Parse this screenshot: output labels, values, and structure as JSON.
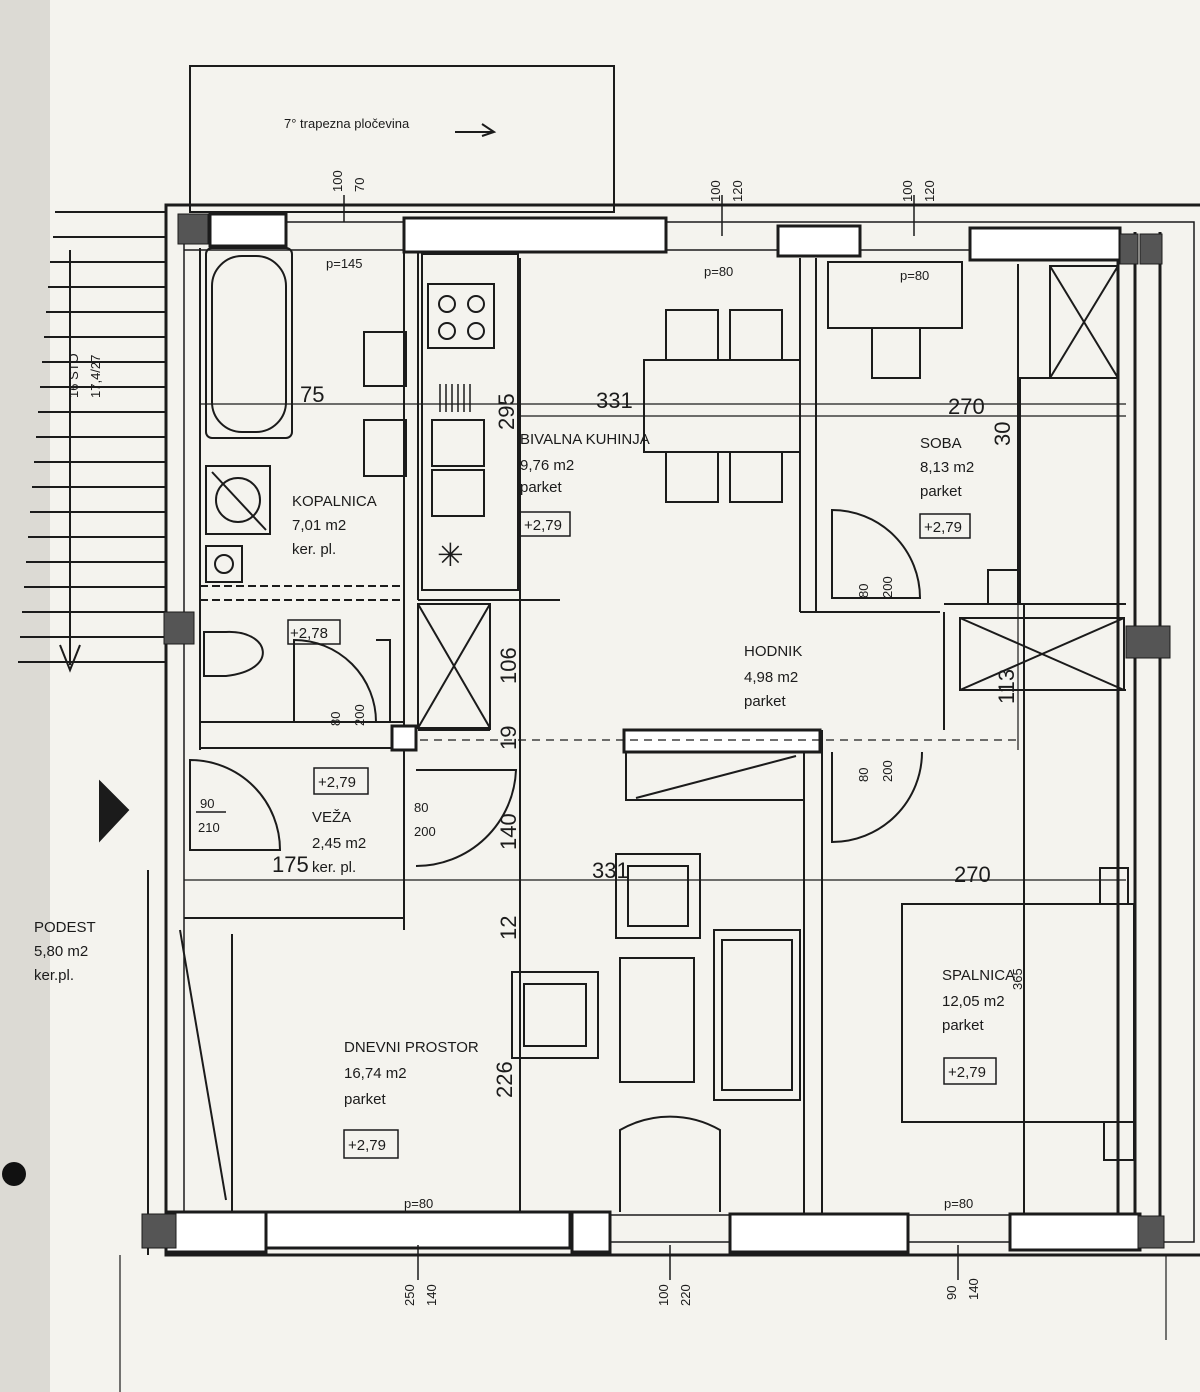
{
  "roof_note": "7° trapezna pločevina",
  "rooms": {
    "kopalnica": {
      "name": "KOPALNICA",
      "area": "7,01 m2",
      "floor": "ker. pl."
    },
    "kuhinja": {
      "name": "BIVALNA KUHINJA",
      "area": "9,76 m2",
      "floor": "parket",
      "level": "+2,79"
    },
    "soba": {
      "name": "SOBA",
      "area": "8,13 m2",
      "floor": "parket",
      "level": "+2,79"
    },
    "hodnik": {
      "name": "HODNIK",
      "area": "4,98 m2",
      "floor": "parket"
    },
    "veza": {
      "name": "VEŽA",
      "area": "2,45 m2",
      "floor": "ker. pl.",
      "level": "+2,79"
    },
    "wc_level": "+2,78",
    "dnevni": {
      "name": "DNEVNI PROSTOR",
      "area": "16,74 m2",
      "floor": "parket",
      "level": "+2,79"
    },
    "spalnica": {
      "name": "SPALNICA",
      "area": "12,05 m2",
      "floor": "parket",
      "level": "+2,79"
    },
    "podest": {
      "name": "PODEST",
      "area": "5,80 m2",
      "floor": "ker.pl."
    }
  },
  "stairs": {
    "label": "16 STO",
    "ratio": "17,4/27"
  },
  "dimensions": {
    "d75": "75",
    "d331a": "331",
    "d270a": "270",
    "d295": "295",
    "d30": "30",
    "d106": "106",
    "d19": "19",
    "d140": "140",
    "d113": "113",
    "d175": "175",
    "d331b": "331",
    "d270b": "270",
    "d12": "12",
    "d226": "226",
    "d365": "365"
  },
  "parapets": {
    "p145": "p=145",
    "p80_kitchen": "p=80",
    "p80_soba": "p=80",
    "p80_dnevni": "p=80",
    "p80_spalnica": "p=80"
  },
  "doors": {
    "d1": {
      "w": "80",
      "h": "200"
    },
    "d2": {
      "w": "80",
      "h": "200"
    },
    "d3": {
      "w": "80",
      "h": "200"
    },
    "d4": {
      "w": "80",
      "h": "200"
    },
    "entry": {
      "w": "90",
      "h": "210"
    }
  },
  "window_dims": {
    "top1": {
      "a": "100",
      "b": "70"
    },
    "top2": {
      "a": "100",
      "b": "120"
    },
    "top3": {
      "a": "100",
      "b": "120"
    },
    "bot1": {
      "a": "250",
      "b": "140"
    },
    "bot2": {
      "a": "100",
      "b": "220"
    },
    "bot3": {
      "a": "90",
      "b": "140"
    }
  }
}
